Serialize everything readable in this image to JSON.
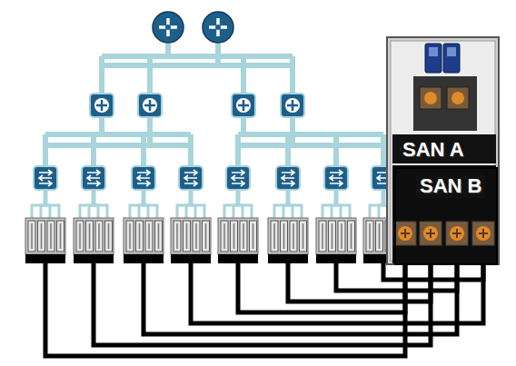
{
  "diagram": {
    "nodes": [
      {
        "text": [
          "SAN A"
        ]
      },
      {
        "text": [
          "SAN B"
        ],
        "in": 0
      }
    ]
  }
}
